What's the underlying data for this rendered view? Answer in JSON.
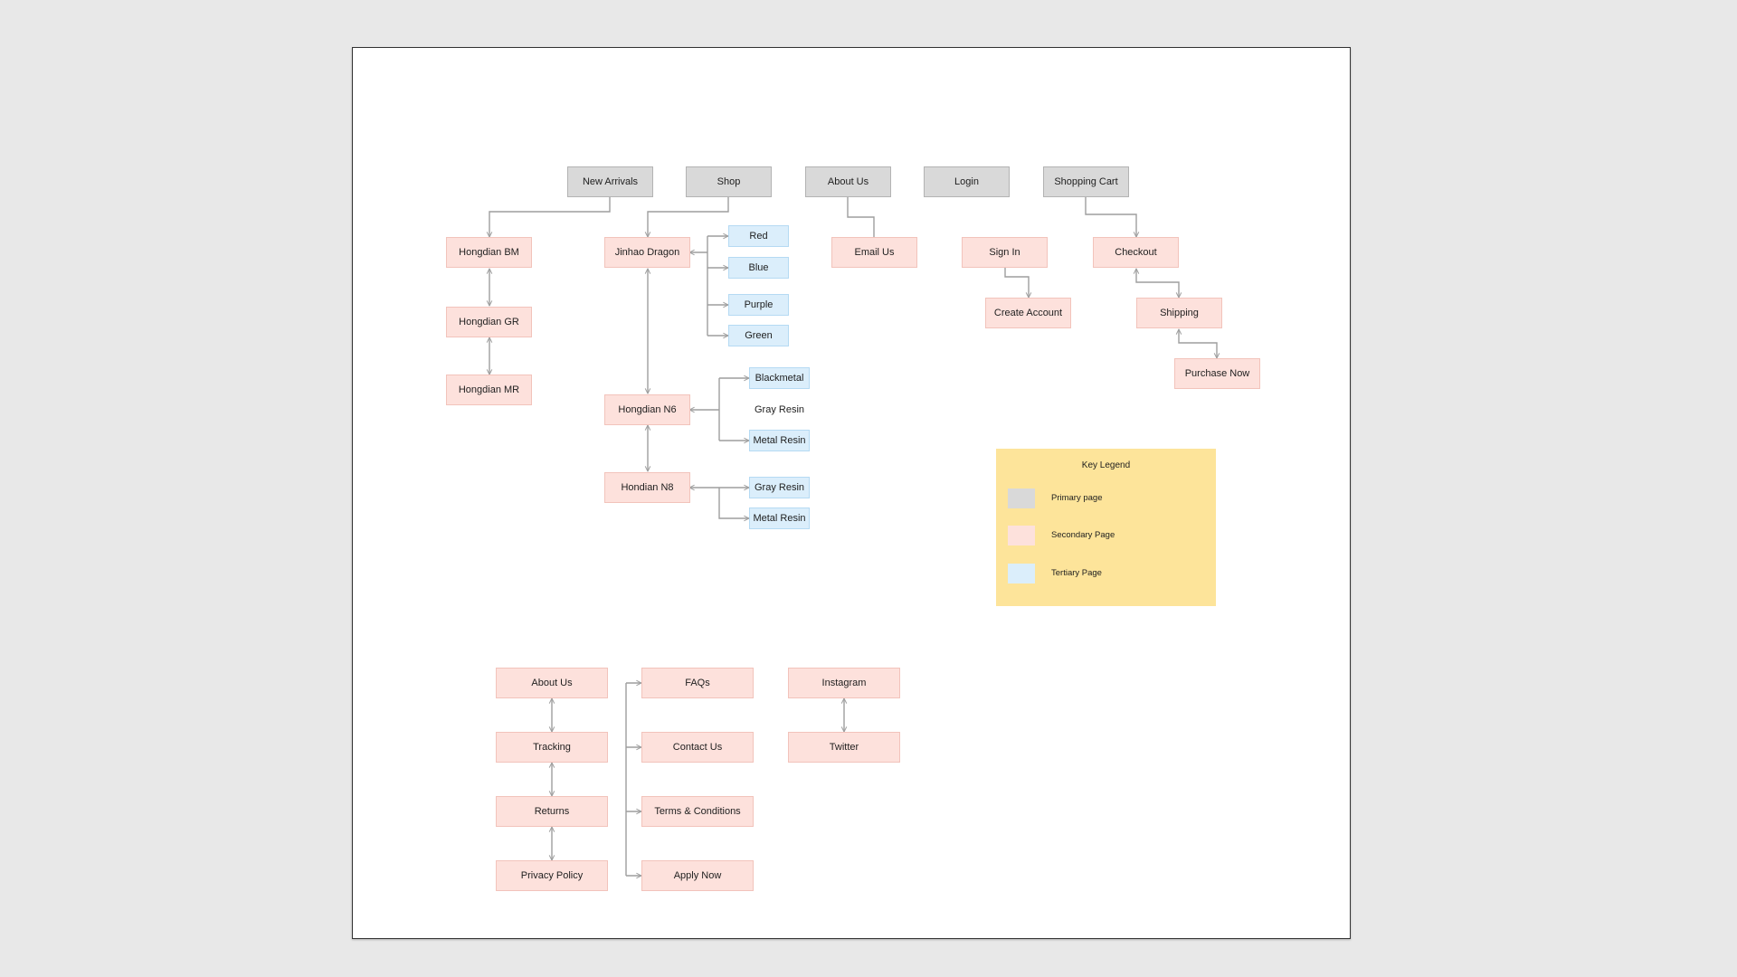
{
  "sitemap": {
    "primary": {
      "new_arrivals": "New Arrivals",
      "shop": "Shop",
      "about_us": "About Us",
      "login": "Login",
      "shopping_cart": "Shopping Cart"
    },
    "new_arrivals_children": [
      "Hongdian BM",
      "Hongdian GR",
      "Hongdian MR"
    ],
    "shop_children": {
      "jinhao_dragon": "Jinhao Dragon",
      "jinhao_variants": [
        "Red",
        "Blue",
        "Purple",
        "Green"
      ],
      "hongdian_n6": "Hongdian N6",
      "n6_variants": [
        "Blackmetal",
        "Gray Resin",
        "Metal Resin"
      ],
      "hondian_n8": "Hondian N8",
      "n8_variants": [
        "Gray Resin",
        "Metal Resin"
      ]
    },
    "about_children": {
      "email_us": "Email Us"
    },
    "login_children": {
      "sign_in": "Sign In",
      "create_account": "Create Account"
    },
    "cart_children": {
      "checkout": "Checkout",
      "shipping": "Shipping",
      "purchase_now": "Purchase Now"
    },
    "footer": {
      "col1": [
        "About Us",
        "Tracking",
        "Returns",
        "Privacy Policy"
      ],
      "col2": [
        "FAQs",
        "Contact Us",
        "Terms & Conditions",
        "Apply Now"
      ],
      "col3": [
        "Instagram",
        "Twitter"
      ]
    }
  },
  "legend": {
    "title": "Key Legend",
    "items": [
      {
        "label": "Primary page",
        "color": "#d9d9d9"
      },
      {
        "label": "Secondary Page",
        "color": "#fde1dc"
      },
      {
        "label": "Tertiary Page",
        "color": "#dbeefb"
      }
    ]
  },
  "colors": {
    "background": "#e8e8e8",
    "canvas": "#ffffff",
    "primary": "#d9d9d9",
    "secondary": "#fde1dc",
    "tertiary": "#dbeefb",
    "legend_bg": "#fde49a",
    "connector": "#9e9e9e"
  }
}
